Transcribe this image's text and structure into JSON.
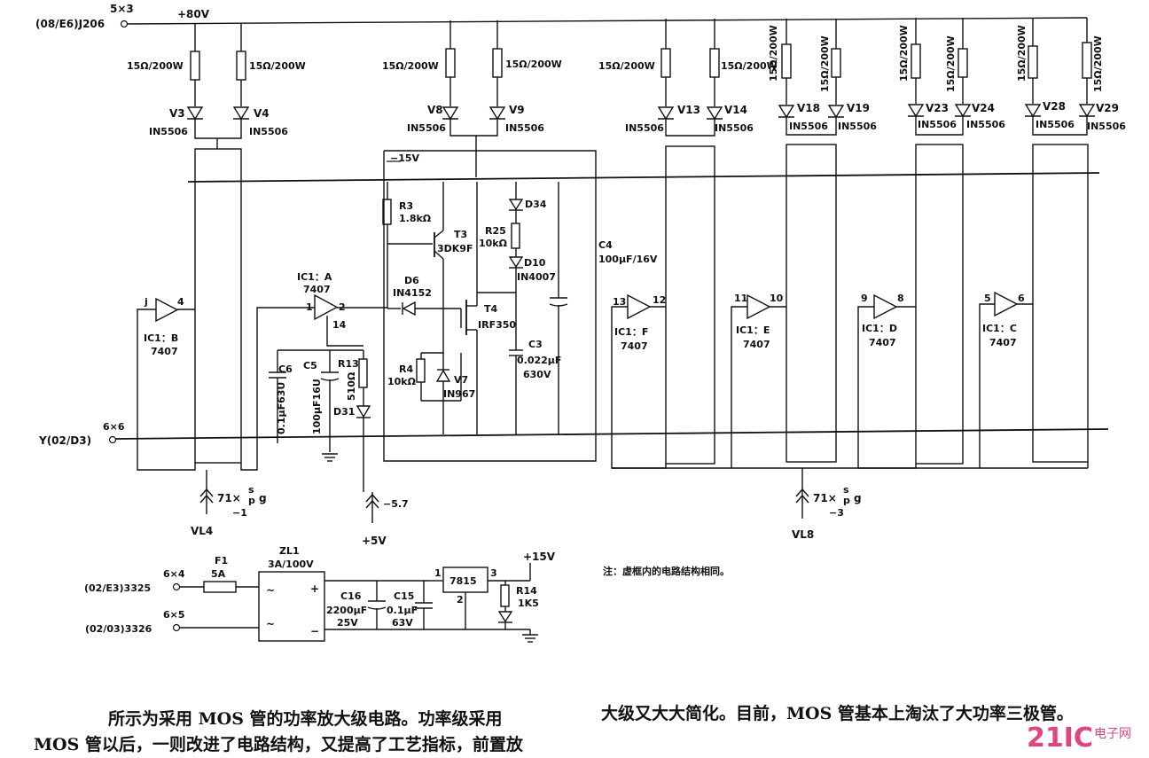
{
  "labels": {
    "j206": "(08/E6)J206",
    "node_5x3": "5×3",
    "v80": "+80V",
    "res_a": "15Ω/200W",
    "res_b": "15Ω/200W",
    "res_c": "15Ω/200W",
    "res_d": "15Ω/200W",
    "res_e": "15Ω/200W",
    "res_f": "15Ω/200W",
    "res_g": "15Ω/200W",
    "res_h": "15Ω/200W",
    "res_i": "15Ω/200W",
    "res_j": "15Ω/200W",
    "res_k": "15Ω/200W",
    "res_l": "15Ω/200W",
    "v3": "V3",
    "v4": "V4",
    "v8": "V8",
    "v9": "V9",
    "v13": "V13",
    "v14": "V14",
    "v18": "V18",
    "v19": "V19",
    "v23": "V23",
    "v24": "V24",
    "v28": "V28",
    "v29": "V29",
    "in5506": "IN5506",
    "neg15": "−15V",
    "r3": "R3",
    "r3v": "1.8kΩ",
    "t3": "T3",
    "t3v": "3DK9F",
    "d34": "D34",
    "r25": "R25",
    "r25v": "10kΩ",
    "d10": "D10",
    "d10v": "IN4007",
    "c4": "C4",
    "c4v": "100μF/16V",
    "d6": "D6",
    "d6v": "IN4152",
    "t4": "T4",
    "t4v": "IRF350",
    "ic1a": "IC1：A",
    "ic1a_v": "7407",
    "ic1b": "IC1：B",
    "ic1b_v": "7407",
    "ic1c": "IC1：C",
    "ic1d": "IC1：D",
    "ic1e": "IC1：E",
    "ic1f": "IC1：F",
    "ic7407": "7407",
    "pin_j": "j",
    "pin4": "4",
    "pin1": "1",
    "pin2": "2",
    "pin14": "14",
    "pin13": "13",
    "pin12": "12",
    "pin11": "11",
    "pin10": "10",
    "pin9": "9",
    "pin8": "8",
    "pin5": "5",
    "pin6": "6",
    "c3": "C3",
    "c3v": "0.022μF",
    "c3u": "630V",
    "c6": "C6",
    "c6v": "0.1μF63U",
    "c5": "C5",
    "c5v": "100μF16U",
    "r13": "R13",
    "r13v": "510Ω",
    "d31": "D31",
    "r4": "R4",
    "r4v": "10kΩ",
    "v7": "V7",
    "v7v": "IN967",
    "y_in": "Y(02/D3)",
    "node_6x6": "6×6",
    "vl4_a": "71×",
    "vl4_b": "s",
    "vl4_c": "p",
    "vl4_d": "g",
    "vl4_e": "−1",
    "vl4": "VL4",
    "neg57": "−5.7",
    "p5v": "+5V",
    "vl8_e": "−3",
    "vl8": "VL8",
    "zl1": "ZL1",
    "zl1v": "3A/100V",
    "f1": "F1",
    "f1v": "5A",
    "node_6x4": "6×4",
    "node_6x5": "6×5",
    "in3325": "(02/E3)3325",
    "in3326": "(02/03)3326",
    "c16": "C16",
    "c16v": "2200μF",
    "c16u": "25V",
    "c15": "C15",
    "c15v": "0.1μF",
    "c15u": "63V",
    "reg": "7815",
    "reg1": "1",
    "reg2": "2",
    "reg3": "3",
    "p15v": "+15V",
    "r14": "R14",
    "r14v": "1K5",
    "tilde": "~",
    "plus": "+",
    "minus": "−",
    "note": "注：虚框内的电路结构相同。"
  },
  "caption": {
    "line1": "所示为采用 MOS 管的功率放大级电路。功率级采用",
    "line2": "MOS 管以后，一则改进了电路结构，又提高了工艺指标，前置放",
    "line3": "大级又大大简化。目前，MOS 管基本上淘汰了大功率三极管。"
  },
  "logo": {
    "main": "21IC",
    "sub": "电子网",
    "color": "#e0457b"
  }
}
